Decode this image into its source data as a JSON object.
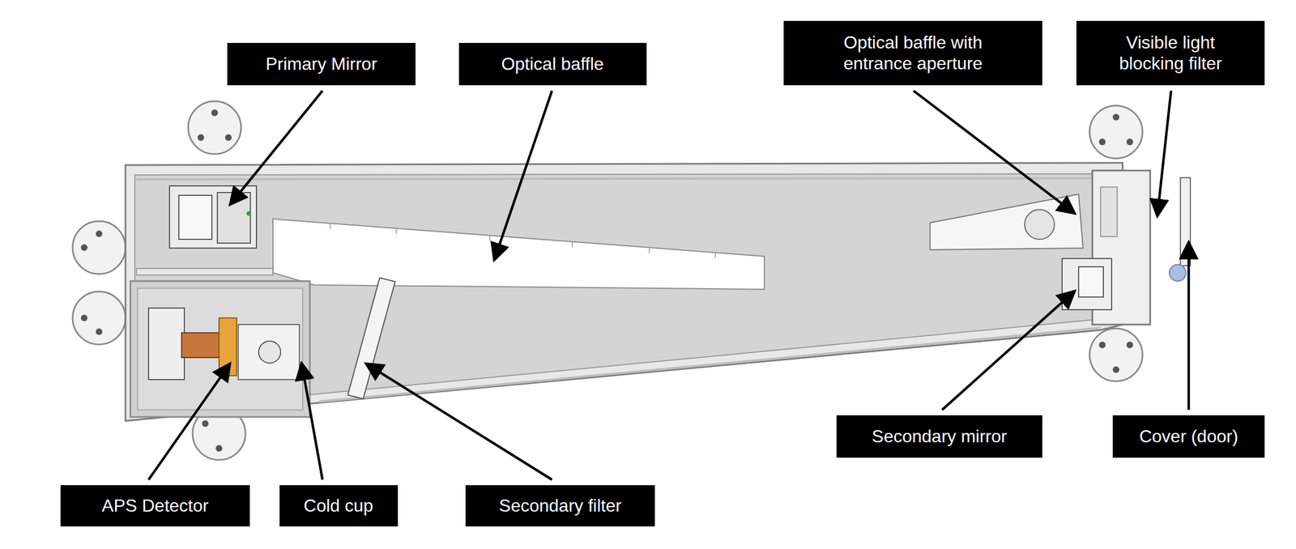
{
  "diagram": {
    "nodes": [
      {
        "text": [
          "Primary Mirror"
        ]
      },
      {
        "text": [
          "Optical baffle"
        ]
      },
      {
        "text": [
          "Optical baffle with entrance aperture"
        ]
      },
      {
        "text": [
          "Visible light blocking filter"
        ]
      },
      {
        "text": [
          "Secondary mirror"
        ]
      },
      {
        "text": [
          "Cover (door)"
        ]
      },
      {
        "text": [
          "APS Detector"
        ]
      },
      {
        "text": [
          "Cold cup"
        ]
      },
      {
        "text": [
          "Secondary filter"
        ]
      }
    ]
  }
}
